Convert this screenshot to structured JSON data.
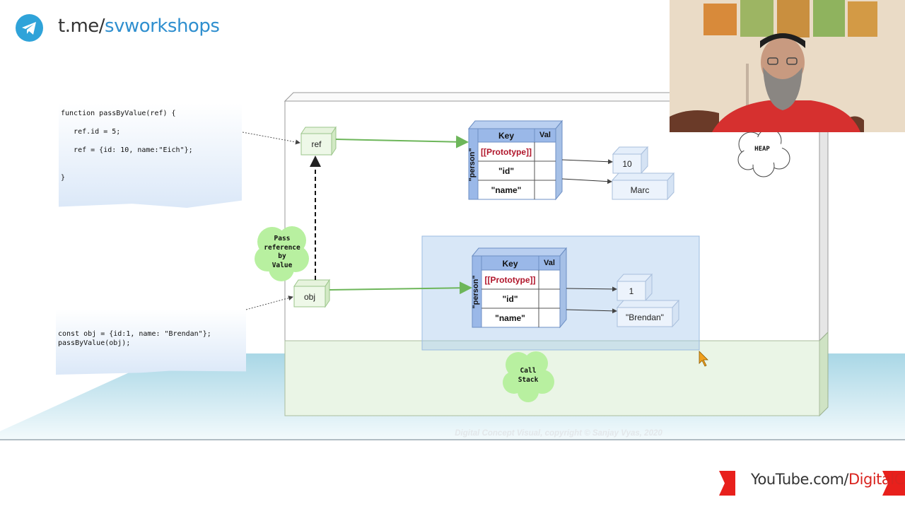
{
  "header": {
    "channel_prefix": "t.me/",
    "channel_name": "svworkshops"
  },
  "footer": {
    "youtube_prefix": "YouTube.com/",
    "youtube_name": "DigitalCV"
  },
  "copyright": "Digital Concept Visual, copyright © Sanjay Vyas, 2020",
  "code_top": "function passByValue(ref) {\n\n   ref.id = 5;\n\n   ref = {id: 10, name:\"Eich\"};\n\n\n}",
  "code_bottom": "const obj = {id:1, name: \"Brendan\"};\npassByValue(obj);",
  "clouds": {
    "pass_reference": [
      "Pass",
      "reference",
      "by",
      "Value"
    ],
    "heap": "HEAP",
    "call_stack": [
      "Call",
      "Stack"
    ]
  },
  "vars": {
    "ref": "ref",
    "obj": "obj"
  },
  "tables": {
    "top": {
      "side_label": "\"person\"",
      "header": [
        "Key",
        "Val"
      ],
      "rows": [
        "[[Prototype]]",
        "\"id\"",
        "\"name\""
      ]
    },
    "bottom": {
      "side_label": "\"person\"",
      "header": [
        "Key",
        "Val"
      ],
      "rows": [
        "[[Prototype]]",
        "\"id\"",
        "\"name\""
      ]
    }
  },
  "values": {
    "top_id": "10",
    "top_name": "Marc",
    "bottom_id": "1",
    "bottom_name": "\"Brendan\""
  },
  "colors": {
    "telegram": "#2fa3d9",
    "youtube_red": "#e8201c",
    "arrow_green": "#6db65a",
    "cloud_green": "#b8f0a0",
    "table_blue": "#9ab8e8",
    "prototype_red": "#b0152a"
  }
}
